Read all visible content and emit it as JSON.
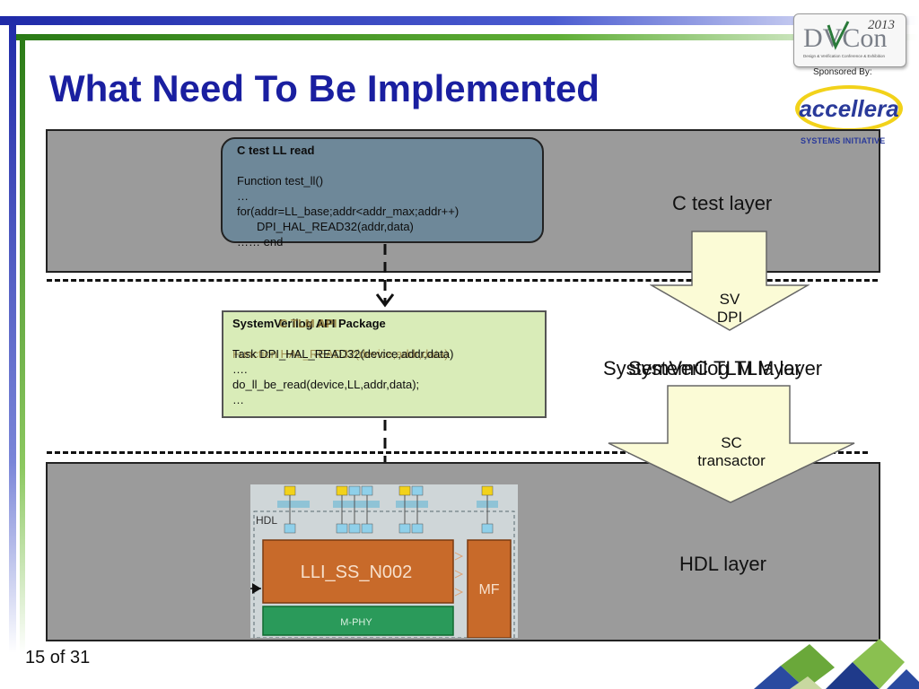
{
  "slide": {
    "title": "What Need To Be Implemented",
    "page": "15 of 31"
  },
  "logos": {
    "dvcon_text": "DVCon",
    "dvcon_year": "2013",
    "dvcon_tagline": "Design & Verification Conference & Exhibition",
    "sponsored_by": "Sponsored By:",
    "accellera_text": "accellera",
    "accellera_sub": "SYSTEMS INITIATIVE"
  },
  "c_layer": {
    "label": "C test layer",
    "box": {
      "heading": "C test LL read",
      "line1": "Function test_ll()",
      "line2": "…",
      "line3": "for(addr=LL_base;addr<addr_max;addr++)",
      "line4": "DPI_HAL_READ32(addr,data)",
      "line5": "…… end"
    }
  },
  "sv_arrow": {
    "line1": "SV",
    "line2": "DPI"
  },
  "middle_layer": {
    "label_a": "SystemVerilog TLM layer",
    "label_b": "SystemC TLM layer",
    "box": {
      "heading_a": "SystemVerilog API Package",
      "heading_b": "C TLM API",
      "line1_a": "Task DPI_HAL_READ32(device,addr,data)",
      "line1_b": "Function HAL_READ32(device,addr,data)",
      "line2": "….",
      "line3": "do_ll_be_read(device,LL,addr,data);",
      "line4": "…"
    }
  },
  "sc_arrow": {
    "line1": "SC",
    "line2": "transactor"
  },
  "hdl_layer": {
    "label": "HDL layer",
    "diagram": {
      "hdl_tag": "HDL",
      "block_main": "LLI_SS_N002",
      "block_mf": "MF",
      "block_phy": "M-PHY"
    }
  }
}
